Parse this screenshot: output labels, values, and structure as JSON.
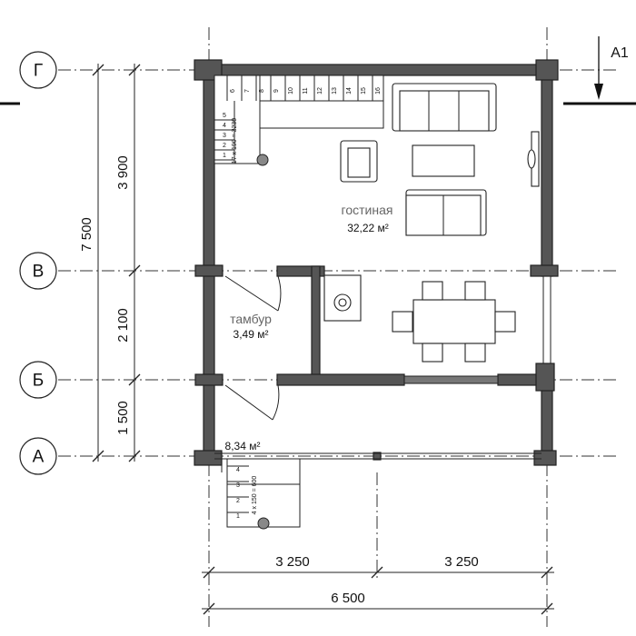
{
  "axes": {
    "rows": [
      {
        "label": "Г"
      },
      {
        "label": "В"
      },
      {
        "label": "Б"
      },
      {
        "label": "А"
      }
    ]
  },
  "dimensions": {
    "total_vertical": "7 500",
    "vertical_segments": [
      "3 900",
      "2 100",
      "1 500"
    ],
    "horizontal_segments": [
      "3 250",
      "3 250"
    ],
    "total_horizontal": "6 500"
  },
  "section_mark": "А1",
  "rooms": {
    "living": {
      "name": "гостиная",
      "area": "32,22 м²"
    },
    "vestibule": {
      "name": "тамбур",
      "area": "3,49 м²"
    },
    "terrace": {
      "area": "8,34 м²"
    }
  },
  "stairs": {
    "upper": {
      "flight_numbers": [
        "1",
        "2",
        "3",
        "4",
        "5",
        "6",
        "7",
        "8",
        "9",
        "10",
        "11",
        "12",
        "13",
        "14",
        "15",
        "16"
      ],
      "label": "17 x 190 = 3230"
    },
    "lower": {
      "step_numbers": [
        "1",
        "2",
        "3",
        "4"
      ],
      "label": "4 x 150 = 600"
    }
  }
}
